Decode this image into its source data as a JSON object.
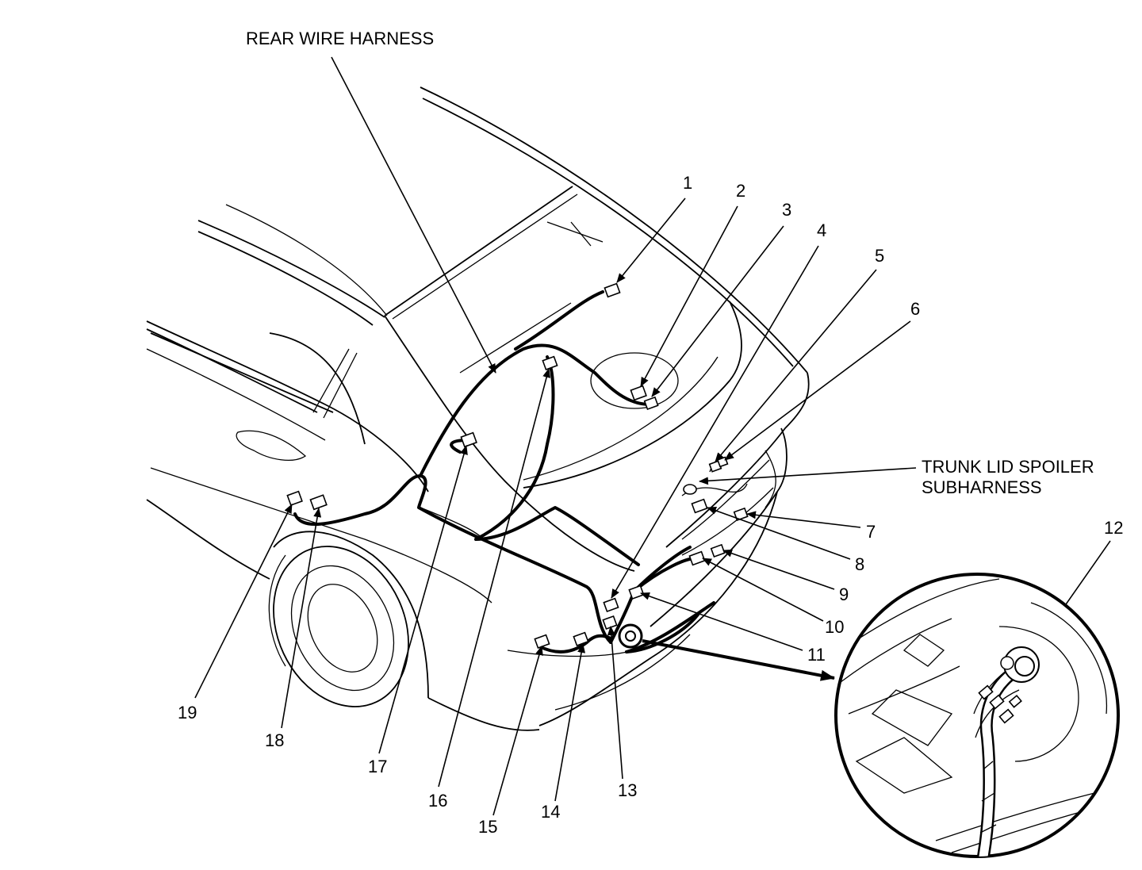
{
  "diagram": {
    "labels": {
      "rear_wire_harness": "REAR WIRE HARNESS",
      "trunk_lid_spoiler_line1": "TRUNK LID SPOILER",
      "trunk_lid_spoiler_line2": "SUBHARNESS"
    },
    "callouts": [
      "1",
      "2",
      "3",
      "4",
      "5",
      "6",
      "7",
      "8",
      "9",
      "10",
      "11",
      "12",
      "13",
      "14",
      "15",
      "16",
      "17",
      "18",
      "19"
    ]
  }
}
